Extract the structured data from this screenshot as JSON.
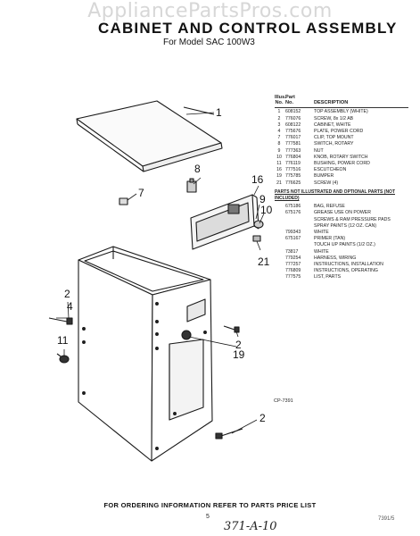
{
  "watermark": "AppliancePartsPros.com",
  "title": "CABINET AND CONTROL ASSEMBLY",
  "subtitle": "For Model SAC 100W3",
  "table": {
    "head_top": [
      "Illus.",
      "Part",
      ""
    ],
    "head": [
      "No.",
      "No.",
      "DESCRIPTION"
    ],
    "rows": [
      [
        "1",
        "608152",
        "TOP ASSEMBLY (WHITE)"
      ],
      [
        "2",
        "776076",
        "SCREW, 8x 1/2 AB"
      ],
      [
        "3",
        "608122",
        "CABINET, WHITE"
      ],
      [
        "4",
        "775676",
        "PLATE, POWER CORD"
      ],
      [
        "7",
        "776017",
        "CLIP, TOP MOUNT"
      ],
      [
        "8",
        "777581",
        "SWITCH, ROTARY"
      ],
      [
        "9",
        "777363",
        "NUT"
      ],
      [
        "10",
        "776804",
        "KNOB, ROTARY SWITCH"
      ],
      [
        "11",
        "776119",
        "BUSHING, POWER CORD"
      ],
      [
        "16",
        "777516",
        "ESCUTCHEON"
      ],
      [
        "19",
        "775785",
        "BUMPER"
      ],
      [
        "21",
        "776625",
        "SCREW (4)"
      ]
    ],
    "note": "PARTS NOT ILLUSTRATED AND OPTIONAL PARTS (NOT INCLUDED)",
    "extra_rows": [
      [
        "",
        "675186",
        "BAG, REFUSE"
      ],
      [
        "",
        "675176",
        "GREASE USE ON POWER"
      ],
      [
        "",
        "",
        "SCREWS & RAM PRESSURE PADS"
      ],
      [
        "",
        "",
        "SPRAY PAINTS (12 OZ. CAN)"
      ],
      [
        "",
        "799343",
        "WHITE"
      ],
      [
        "",
        "675167",
        "PRIMER (TAN)"
      ],
      [
        "",
        "",
        "TOUCH UP PAINTS (1/2 OZ.)"
      ],
      [
        "",
        "73817",
        "WHITE"
      ],
      [
        "",
        "779254",
        "HARNESS, WIRING"
      ],
      [
        "",
        "777257",
        "INSTRUCTIONS, INSTALLATION"
      ],
      [
        "",
        "776809",
        "INSTRUCTIONS, OPERATING"
      ],
      [
        "",
        "777575",
        "LIST, PARTS"
      ]
    ]
  },
  "callouts": {
    "c1": "1",
    "c8": "8",
    "c7": "7",
    "c16": "16",
    "c9": "9",
    "c10": "10",
    "c21": "21",
    "c2a": "2",
    "c4": "4",
    "c11": "11",
    "c2b": "2",
    "c19": "19",
    "c2c": "2"
  },
  "figure_code": "CP-7391",
  "footer": "FOR ORDERING INFORMATION REFER TO PARTS PRICE LIST",
  "page_number": "5",
  "handwritten": "371-A-10",
  "doc_code": "7391/5"
}
